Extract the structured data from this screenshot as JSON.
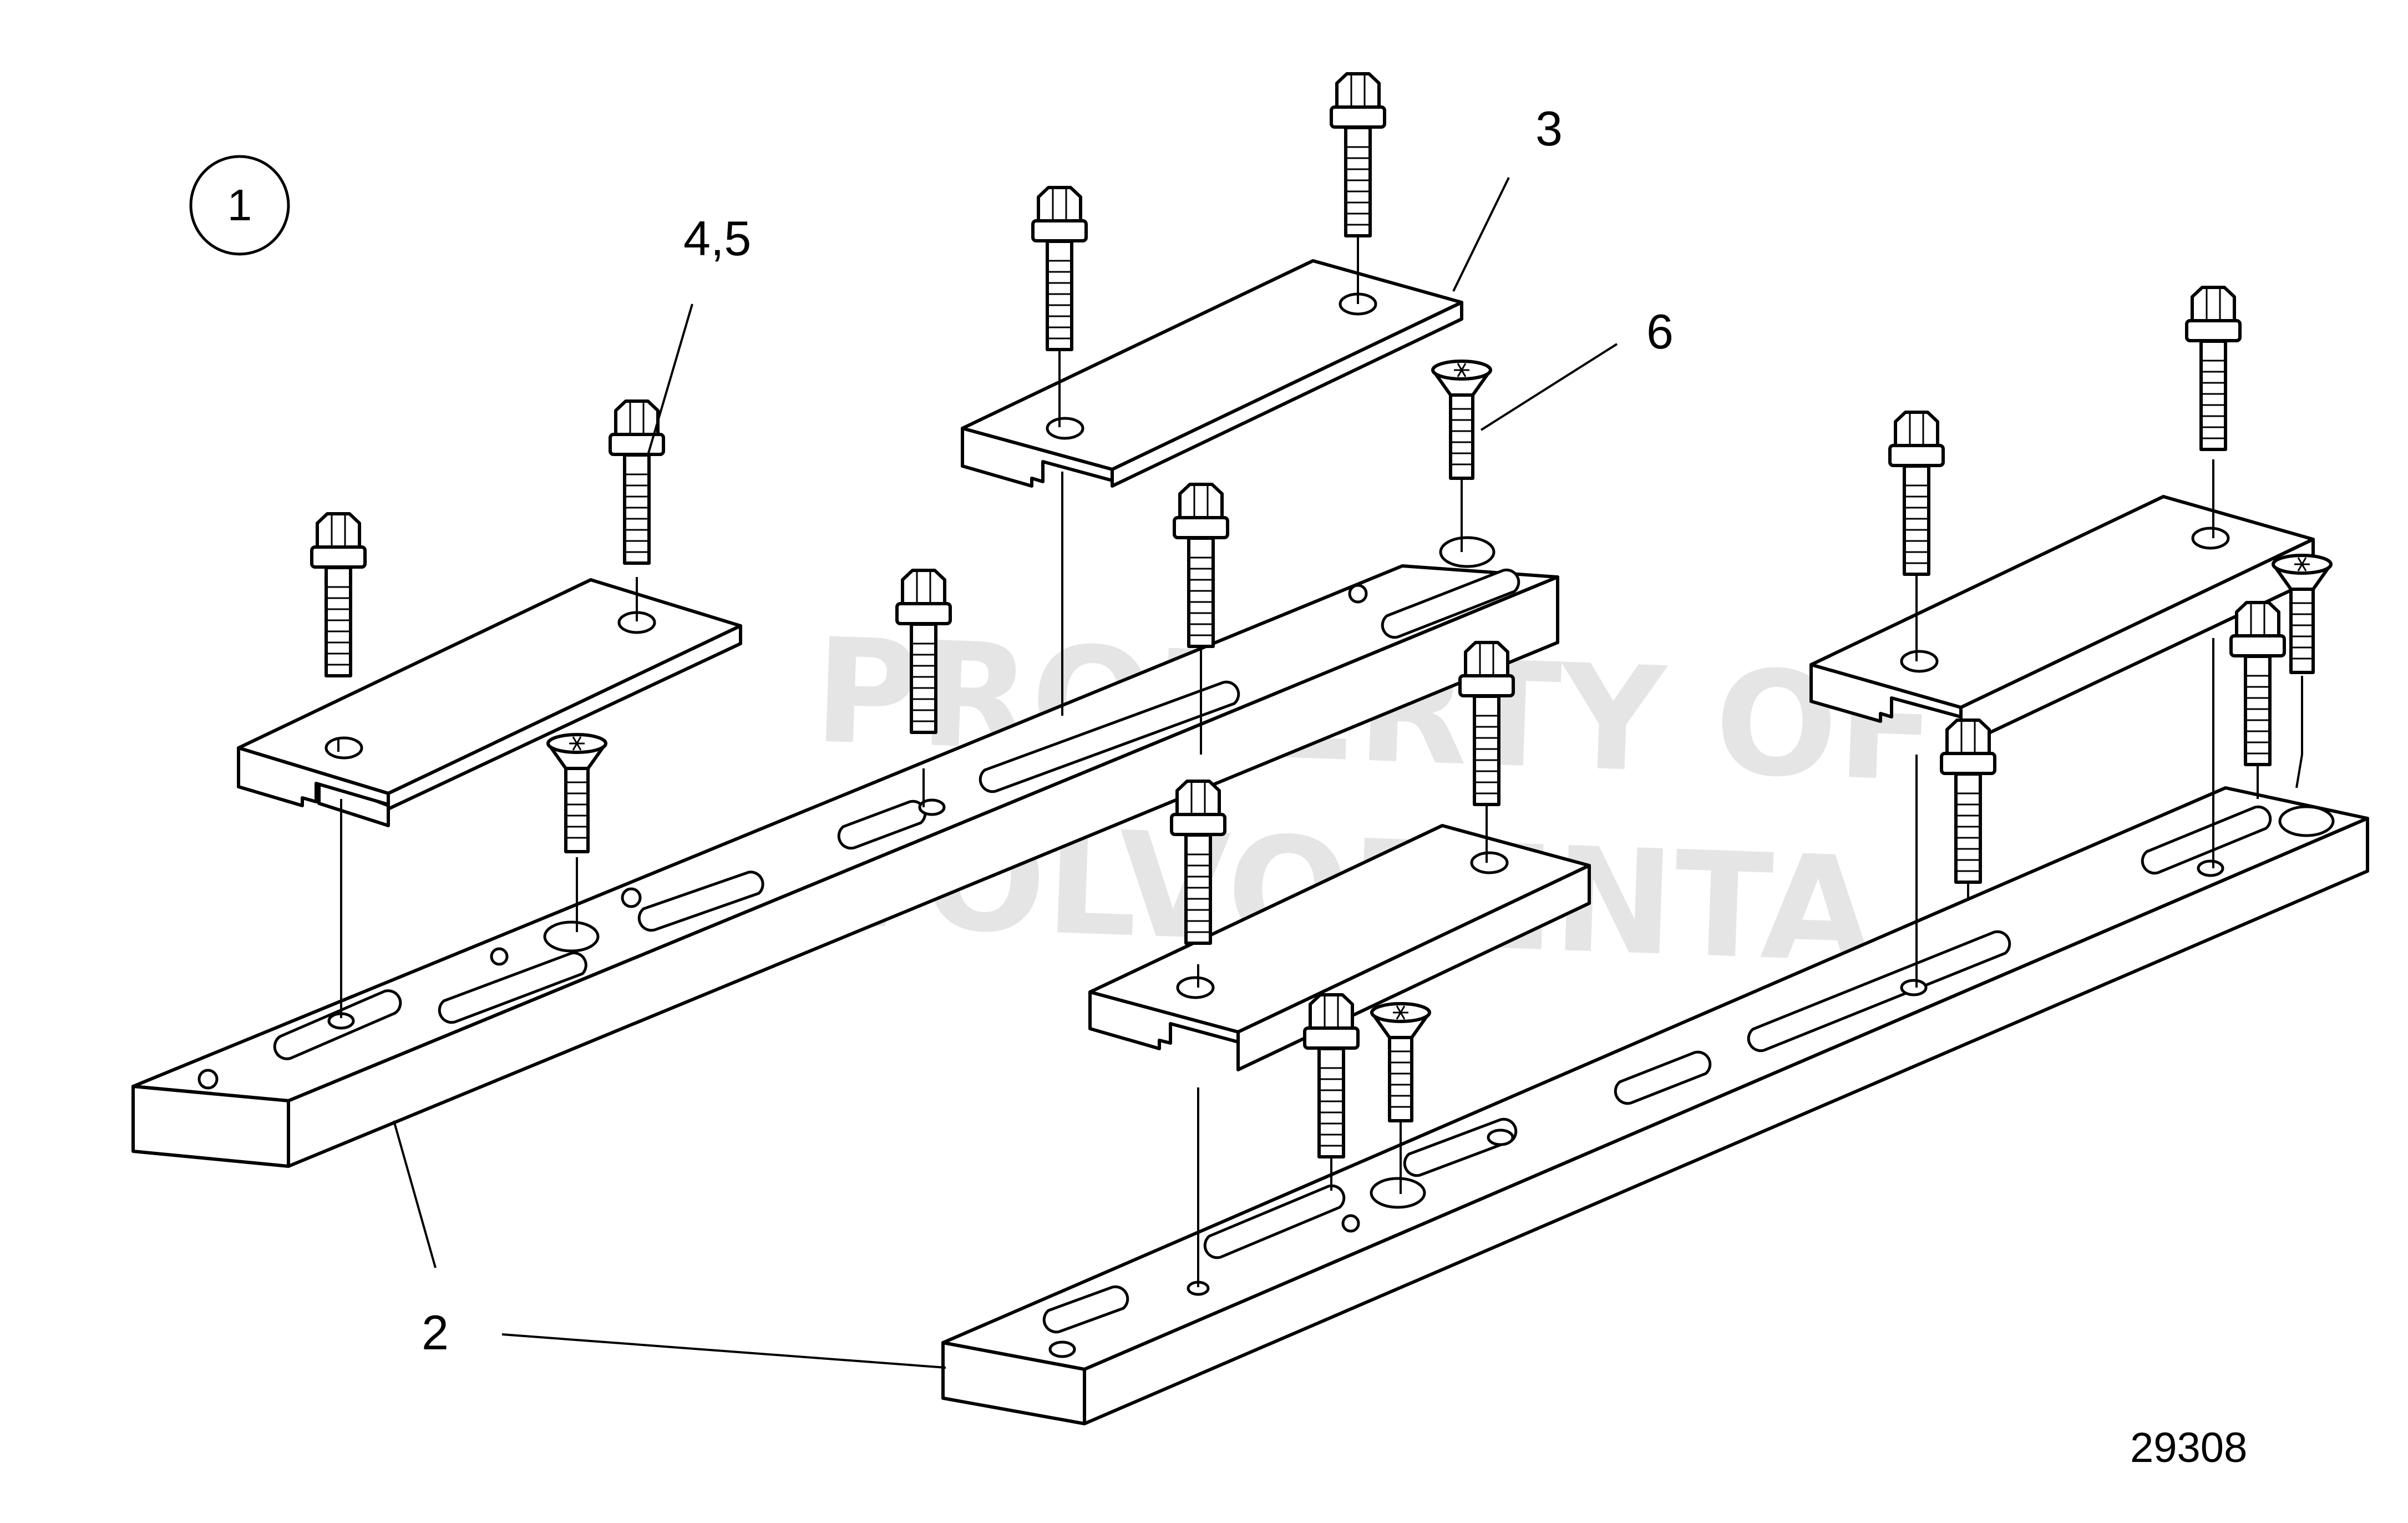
{
  "diagram": {
    "view_number": "1",
    "figure_number": "29308",
    "watermark_line1": "PROPERTY OF",
    "watermark_line2": "VOLVOPENTA",
    "callouts": {
      "rail": "2",
      "top_plate": "3",
      "flange_bolt": "4,5",
      "countersunk_screw": "6"
    }
  }
}
